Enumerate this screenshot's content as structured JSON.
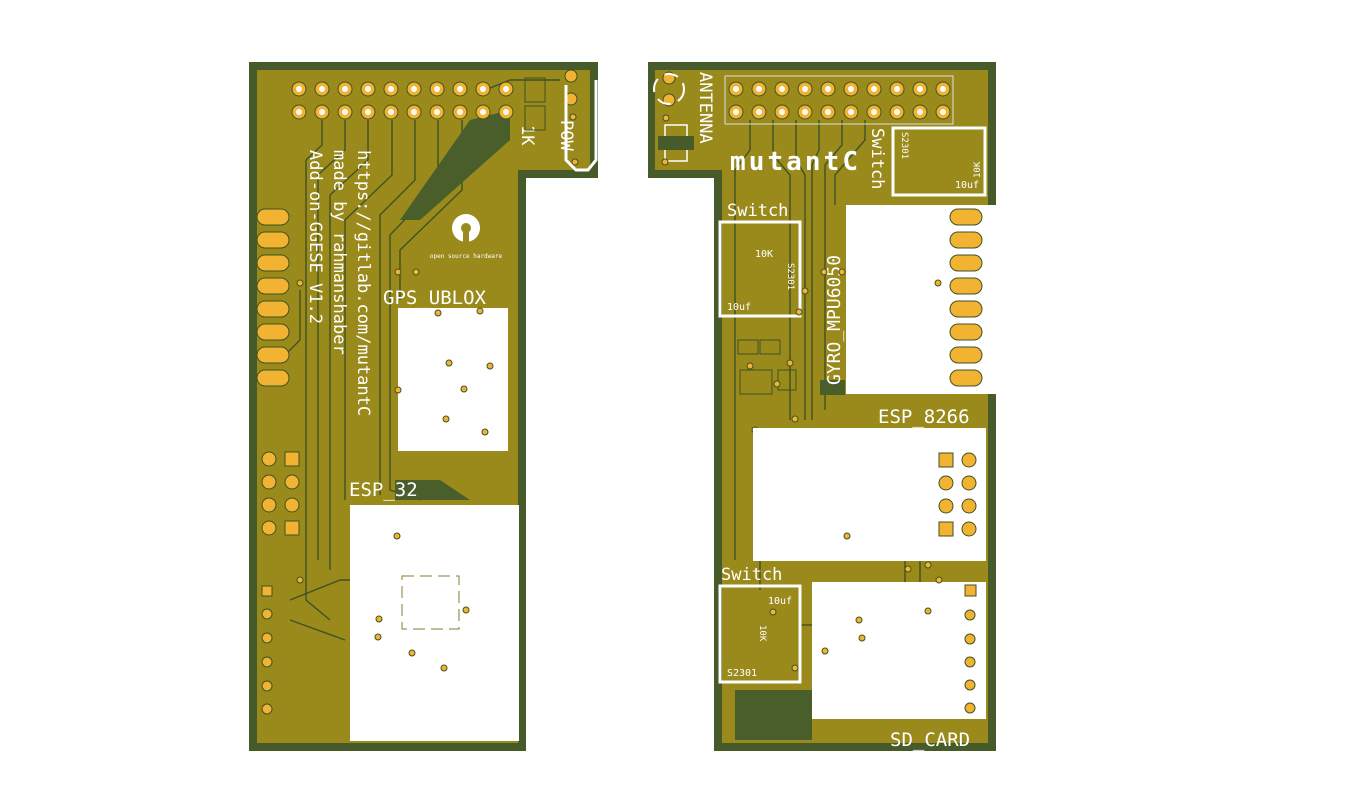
{
  "left_board": {
    "url_text": "https://gitlab.com/mutantC",
    "author_text": "made by rahmanshaber",
    "version_text": "Add-on-GGESE V1.2",
    "pow_label": "POW",
    "resistor_label": "1K",
    "gps_label": "GPS_UBLOX",
    "esp32_label": "ESP_32",
    "oshw_text": "open source hardware"
  },
  "right_board": {
    "antenna_label": "ANTENNA",
    "logo_text": "mutantC",
    "switch_labels": [
      "Switch",
      "Switch",
      "Switch"
    ],
    "gyro_label": "GYRO_MPU6050",
    "esp8266_label": "ESP_8266",
    "sd_label": "SD_CARD",
    "part_s2301": "S2301",
    "cap_10uf": "10uf",
    "res_10k": "10K"
  },
  "colors": {
    "board_edge": "#475a29",
    "copper": "#9a8a1c",
    "pad": "#f2b232",
    "silkscreen": "#ffffff"
  }
}
